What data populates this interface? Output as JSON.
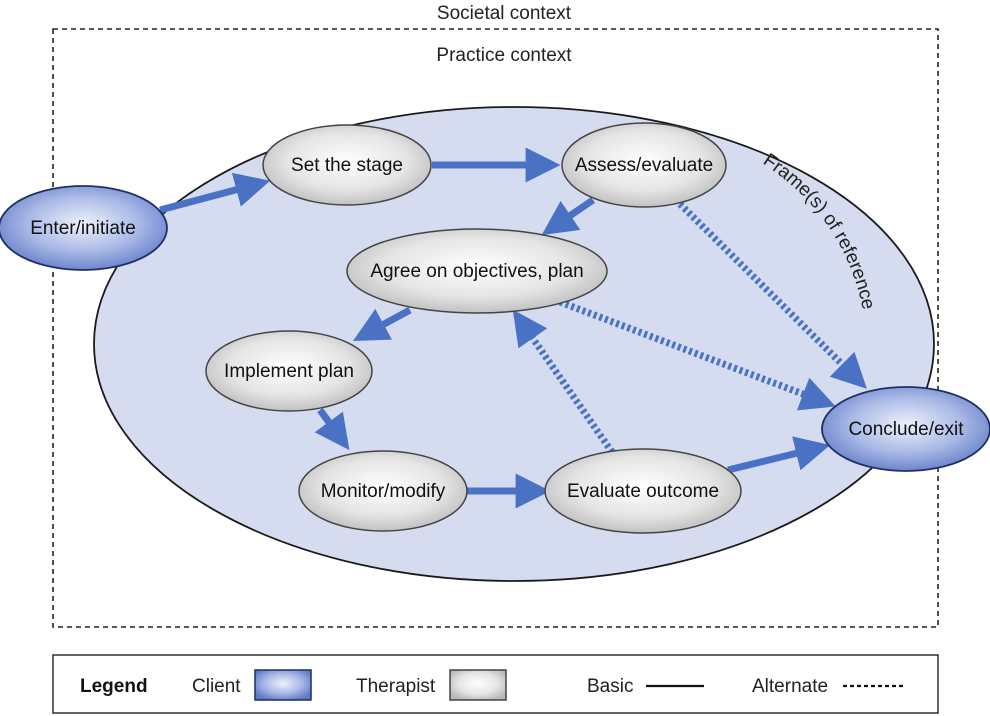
{
  "contexts": {
    "societal": "Societal context",
    "practice": "Practice context",
    "frame": "Frame(s) of reference"
  },
  "nodes": {
    "enter": "Enter/initiate",
    "set_stage": "Set the stage",
    "assess": "Assess/evaluate",
    "agree": "Agree on objectives, plan",
    "implement": "Implement plan",
    "monitor": "Monitor/modify",
    "evaluate": "Evaluate outcome",
    "conclude": "Conclude/exit"
  },
  "legend": {
    "title": "Legend",
    "client": "Client",
    "therapist": "Therapist",
    "basic": "Basic",
    "alternate": "Alternate"
  },
  "colors": {
    "arrow": "#4a72c4",
    "client_fill": "#7f96d8",
    "therapist_fill": "#d8d8d8",
    "practice_fill": "#d5dcef"
  }
}
